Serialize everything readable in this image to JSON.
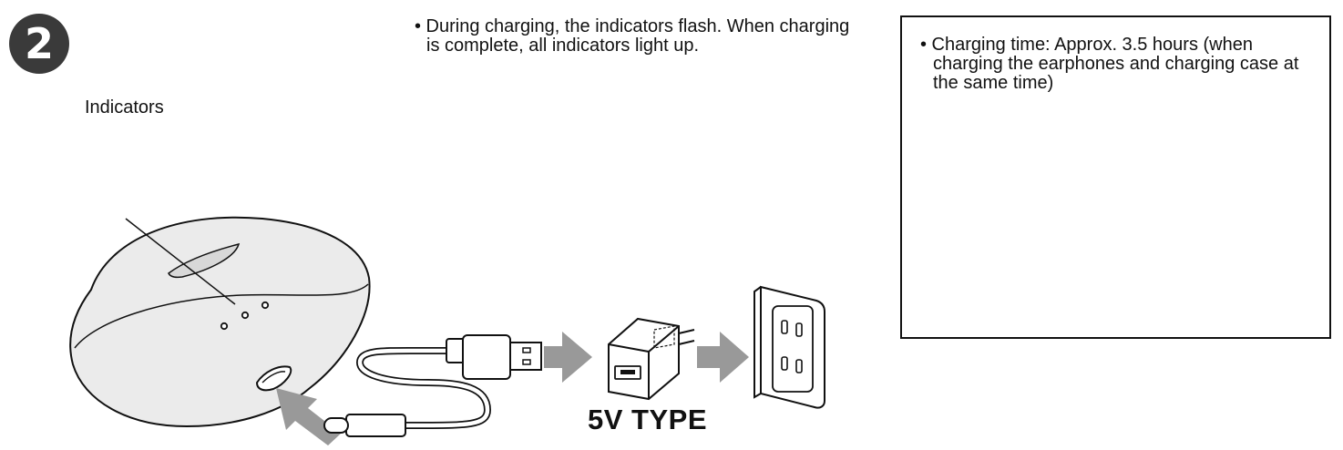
{
  "step": {
    "number": "2"
  },
  "labels": {
    "indicators": "Indicators",
    "charger_type": "5V TYPE"
  },
  "instructions": {
    "charging_indicator_line1": "• During charging, the indicators flash. When charging",
    "charging_indicator_line2": "is complete, all indicators light up."
  },
  "note": {
    "charging_time_line1": "• Charging time: Approx. 3.5 hours (when",
    "charging_time_line2": "charging the earphones and charging case at",
    "charging_time_line3": "the same time)"
  },
  "colors": {
    "badge": "#3a3a3a",
    "case_fill": "#ebebeb",
    "arrow": "#999999",
    "line": "#111111"
  }
}
